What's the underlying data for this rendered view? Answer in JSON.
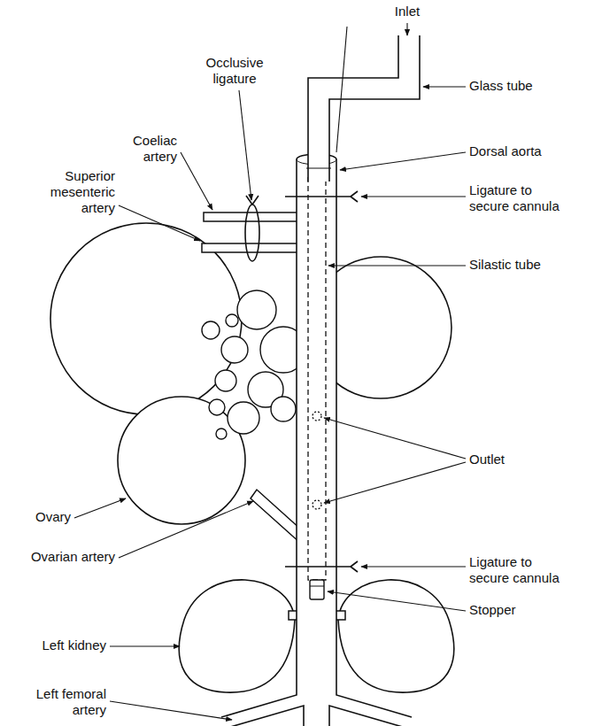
{
  "diagram": {
    "labels": [
      "Inlet",
      "Occlusive ligature",
      "Glass tube",
      "Coeliac artery",
      "Dorsal aorta",
      "Superior mesenteric artery",
      "Ligature to secure cannula",
      "Silastic tube",
      "Ovary",
      "Outlet",
      "Ovarian artery",
      "Ligature to secure cannula",
      "Left kidney",
      "Stopper",
      "Left femoral artery"
    ]
  }
}
